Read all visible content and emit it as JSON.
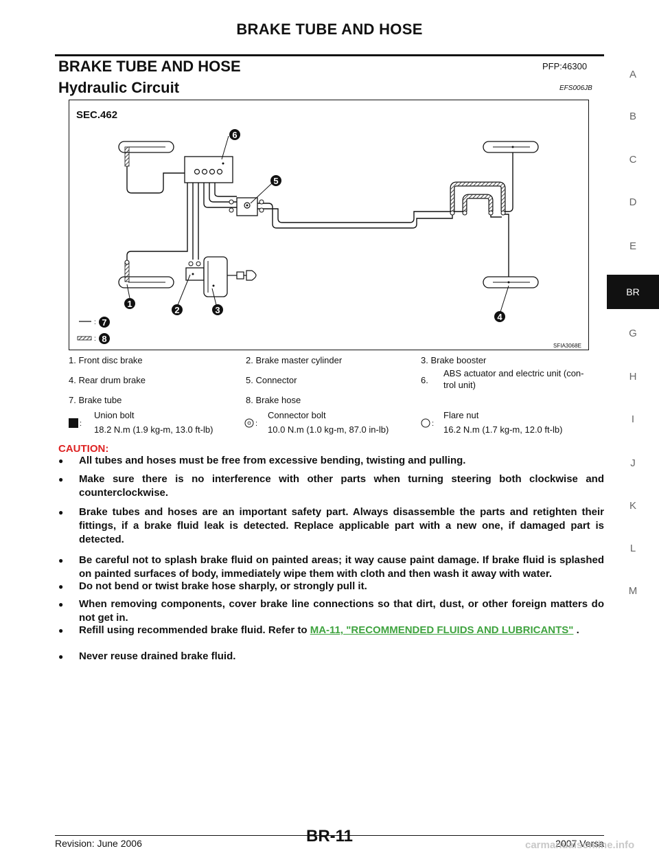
{
  "header": {
    "running_title": "BRAKE TUBE AND HOSE"
  },
  "section": {
    "title": "BRAKE TUBE AND HOSE",
    "pfp": "PFP:46300",
    "subtitle": "Hydraulic Circuit",
    "code": "EFS006JB"
  },
  "side_tabs": [
    "A",
    "B",
    "C",
    "D",
    "E",
    "BR",
    "G",
    "H",
    "I",
    "J",
    "K",
    "L",
    "M"
  ],
  "figure": {
    "sec_label": "SEC.462",
    "image_code": "SFIA3068E",
    "callouts": [
      "1",
      "2",
      "3",
      "4",
      "5",
      "6",
      "7",
      "8"
    ],
    "legend_colon": ":"
  },
  "legend": {
    "r1c1": "1.   Front disc brake",
    "r1c2": "2.   Brake master cylinder",
    "r1c3": "3.   Brake booster",
    "r2c1": "4.   Rear drum brake",
    "r2c2": "5.   Connector",
    "r2c3_num": "6.",
    "r2c3_a": "ABS actuator and electric unit (con-",
    "r2c3_b": "trol unit)",
    "r3c1": "7.   Brake tube",
    "r3c2": "8.   Brake hose",
    "t1_label": "Union bolt",
    "t1_value": "18.2 N.m (1.9 kg-m, 13.0 ft-lb)",
    "t2_label": "Connector bolt",
    "t2_value": "10.0 N.m (1.0 kg-m, 87.0 in-lb)",
    "t3_label": "Flare nut",
    "t3_value": "16.2 N.m (1.7 kg-m, 12.0 ft-lb)",
    "colon": ":"
  },
  "caution": {
    "title": "CAUTION:",
    "bullet_glyph": "●",
    "b1": "All tubes and hoses must be free from excessive bending, twisting and pulling.",
    "b2": "Make sure there is no interference with other parts when turning steering both clockwise and counterclockwise.",
    "b3": "Brake tubes and hoses are an important safety part. Always disassemble the parts and retighten their fittings, if a brake fluid leak is detected. Replace applicable part with a new one, if damaged part is detected.",
    "b4": "Be careful not to splash brake fluid on painted areas; it way cause paint damage. If brake fluid is splashed on painted surfaces of body, immediately wipe them with cloth and then wash it away with water.",
    "b5": "Do not bend or twist brake hose sharply, or strongly pull it.",
    "b6": "When removing components, cover brake line connections so that dirt, dust, or other foreign matters do not get in.",
    "b7_pre": "Refill using recommended brake fluid. Refer to ",
    "b7_link": "MA-11, \"RECOMMENDED FLUIDS AND LUBRICANTS\"",
    "b7_post": " .",
    "b8": "Never reuse drained brake fluid."
  },
  "footer": {
    "revision": "Revision: June 2006",
    "page": "BR-11",
    "model": "2007 Versa",
    "watermark": "carmanualsonline.info"
  }
}
